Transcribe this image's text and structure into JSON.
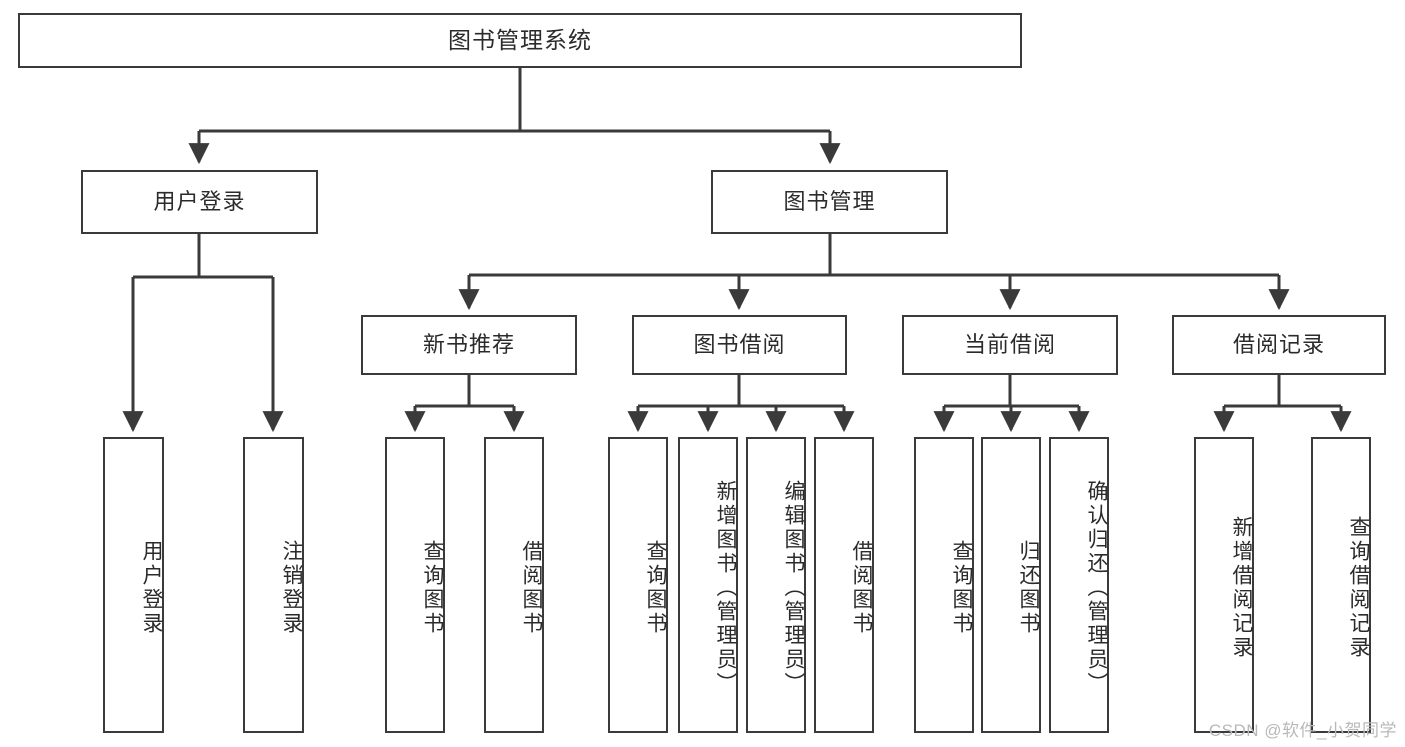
{
  "diagram": {
    "type": "tree-hierarchy",
    "title": "图书管理系统",
    "watermark": "CSDN @软件_小贺同学",
    "colors": {
      "stroke": "#3a3a3a",
      "fill": "#ffffff",
      "text": "#2b2b2b",
      "watermark": "#b9b9b9"
    },
    "levels": {
      "root": {
        "label": "图书管理系统"
      },
      "level2": [
        {
          "label": "用户登录"
        },
        {
          "label": "图书管理"
        }
      ],
      "level3": [
        {
          "label": "新书推荐"
        },
        {
          "label": "图书借阅"
        },
        {
          "label": "当前借阅"
        },
        {
          "label": "借阅记录"
        }
      ],
      "leaves": {
        "user_login": [
          {
            "label": "用户登录"
          },
          {
            "label": "注销登录"
          }
        ],
        "new_book_recommend": [
          {
            "label": "查询图书"
          },
          {
            "label": "借阅图书"
          }
        ],
        "book_borrow": [
          {
            "label": "查询图书"
          },
          {
            "label": "新增图书（管理员）"
          },
          {
            "label": "编辑图书（管理员）"
          },
          {
            "label": "借阅图书"
          }
        ],
        "current_borrow": [
          {
            "label": "查询图书"
          },
          {
            "label": "归还图书"
          },
          {
            "label": "确认归还（管理员）"
          }
        ],
        "borrow_record": [
          {
            "label": "新增借阅记录"
          },
          {
            "label": "查询借阅记录"
          }
        ]
      }
    }
  }
}
